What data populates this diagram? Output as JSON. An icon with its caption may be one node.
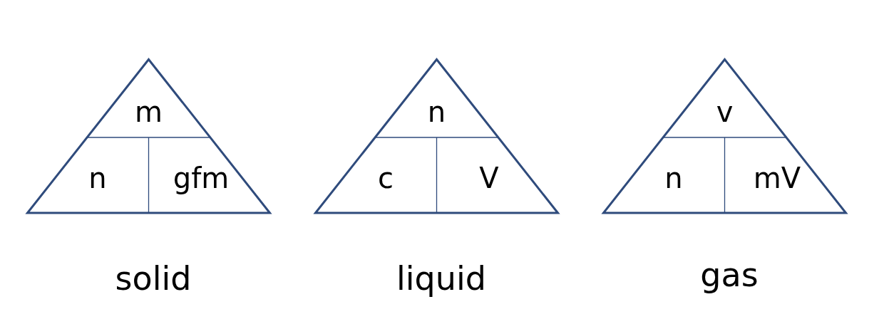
{
  "diagram": {
    "nodes": [
      {
        "text": [
          "m",
          "n",
          "gfm"
        ],
        "beside": [
          "solid"
        ]
      },
      {
        "text": [
          "n",
          "c",
          "V"
        ],
        "beside": [
          "liquid"
        ]
      },
      {
        "text": [
          "v",
          "n",
          "mV"
        ],
        "beside": [
          "gas"
        ]
      }
    ]
  }
}
